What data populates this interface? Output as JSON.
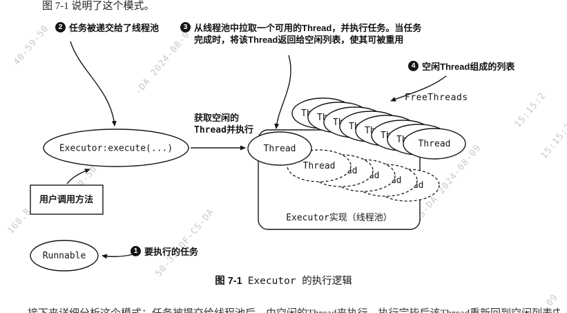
{
  "page": {
    "top_text": "图 7-1 说明了这个模式。",
    "caption_prefix": "图 7-1",
    "caption_text": "Executor 的执行逻辑",
    "bottom_text_partial": "接下来详细分析这个模式：任务被提交给线程池后，由空闲的Thread来执行，执行完毕后该Thread重新回到空闲列表中。"
  },
  "annotations": {
    "a1": {
      "num": "1",
      "text": "要执行的任务"
    },
    "a2": {
      "num": "2",
      "text": "任务被递交给了线程池"
    },
    "a3": {
      "num": "3",
      "line1": "从线程池中拉取一个可用的Thread，并执行任务。当任务",
      "line2": "完成时，将该Thread返回给空闲列表，使其可被重用"
    },
    "a4": {
      "num": "4",
      "text": "空闲Thread组成的列表"
    }
  },
  "labels": {
    "executor": "Executor:execute(...)",
    "user_method": "用户调用方法",
    "runnable": "Runnable",
    "thread": "Thread",
    "free_threads": "FreeThreads",
    "pool": "Executor实现（线程池）",
    "fetch_line1": "获取空闲的",
    "fetch_line2": "Thread并执行"
  },
  "watermarks": [
    {
      "text": "40-59-50"
    },
    {
      "text": "-DA 2024-08-0"
    },
    {
      "text": "15:15:2"
    },
    {
      "text": "C5-DA 2024-08-09"
    },
    {
      "text": "15:15:2"
    },
    {
      "text": "168.8.1"
    },
    {
      "text": "5 40-59-50"
    },
    {
      "text": "50-35-OF-C5-DA"
    },
    {
      "text": "09"
    }
  ],
  "colors": {
    "ink": "#151515",
    "watermark": "#c9c9c9",
    "background": "#ffffff"
  }
}
